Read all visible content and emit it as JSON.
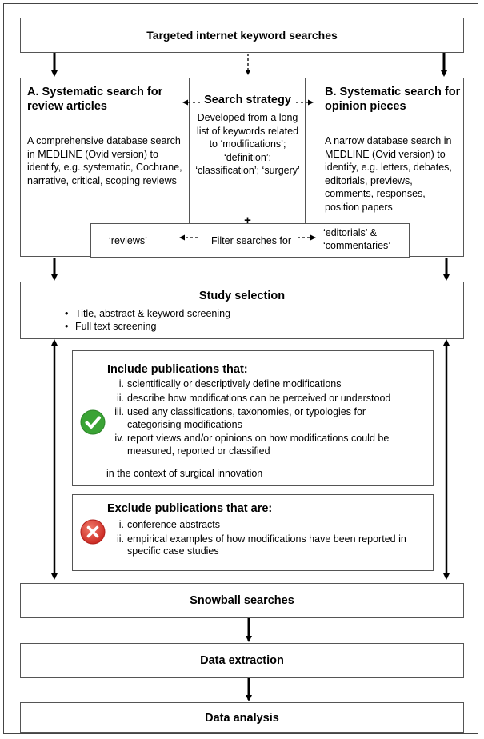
{
  "top": {
    "title": "Targeted internet keyword searches"
  },
  "box_a": {
    "title": "A. Systematic search for review articles",
    "body": "A comprehensive database search in MEDLINE (Ovid version) to identify, e.g. systematic, Cochrane, narrative, critical, scoping reviews"
  },
  "strategy": {
    "title": "Search strategy",
    "body": "Developed from a long list of keywords related to ‘modifications’; ‘definition’; ‘classification’; ‘surgery’",
    "plus": "+",
    "filter": "Filter searches for",
    "left_filter": "‘reviews’",
    "right_filter": "‘editorials’ & ‘commentaries’"
  },
  "box_b": {
    "title": "B. Systematic search for opinion pieces",
    "body": "A narrow database search in MEDLINE (Ovid version) to identify, e.g. letters, debates, editorials, previews, comments, responses, position papers"
  },
  "selection": {
    "title": "Study selection",
    "items": [
      "Title, abstract & keyword screening",
      "Full text screening"
    ]
  },
  "include": {
    "title": "Include publications that:",
    "items": [
      {
        "num": "i.",
        "text": "scientifically or descriptively define modifications"
      },
      {
        "num": "ii.",
        "text": "describe how modifications can be perceived or understood"
      },
      {
        "num": "iii.",
        "text": "used any classifications, taxonomies, or typologies for categorising modifications"
      },
      {
        "num": "iv.",
        "text": "report views and/or opinions on how modifications could be measured, reported or classified"
      }
    ],
    "footer": "in the context of surgical innovation",
    "icon": "check-circle-icon",
    "color": "#3aa335"
  },
  "exclude": {
    "title": "Exclude publications that are:",
    "items": [
      {
        "num": "i.",
        "text": "conference abstracts"
      },
      {
        "num": "ii.",
        "text": "empirical examples of how modifications have been reported in specific case studies"
      }
    ],
    "icon": "x-circle-icon",
    "color": "#d9312c"
  },
  "snowball": {
    "title": "Snowball searches"
  },
  "extraction": {
    "title": "Data extraction"
  },
  "analysis": {
    "title": "Data analysis"
  }
}
